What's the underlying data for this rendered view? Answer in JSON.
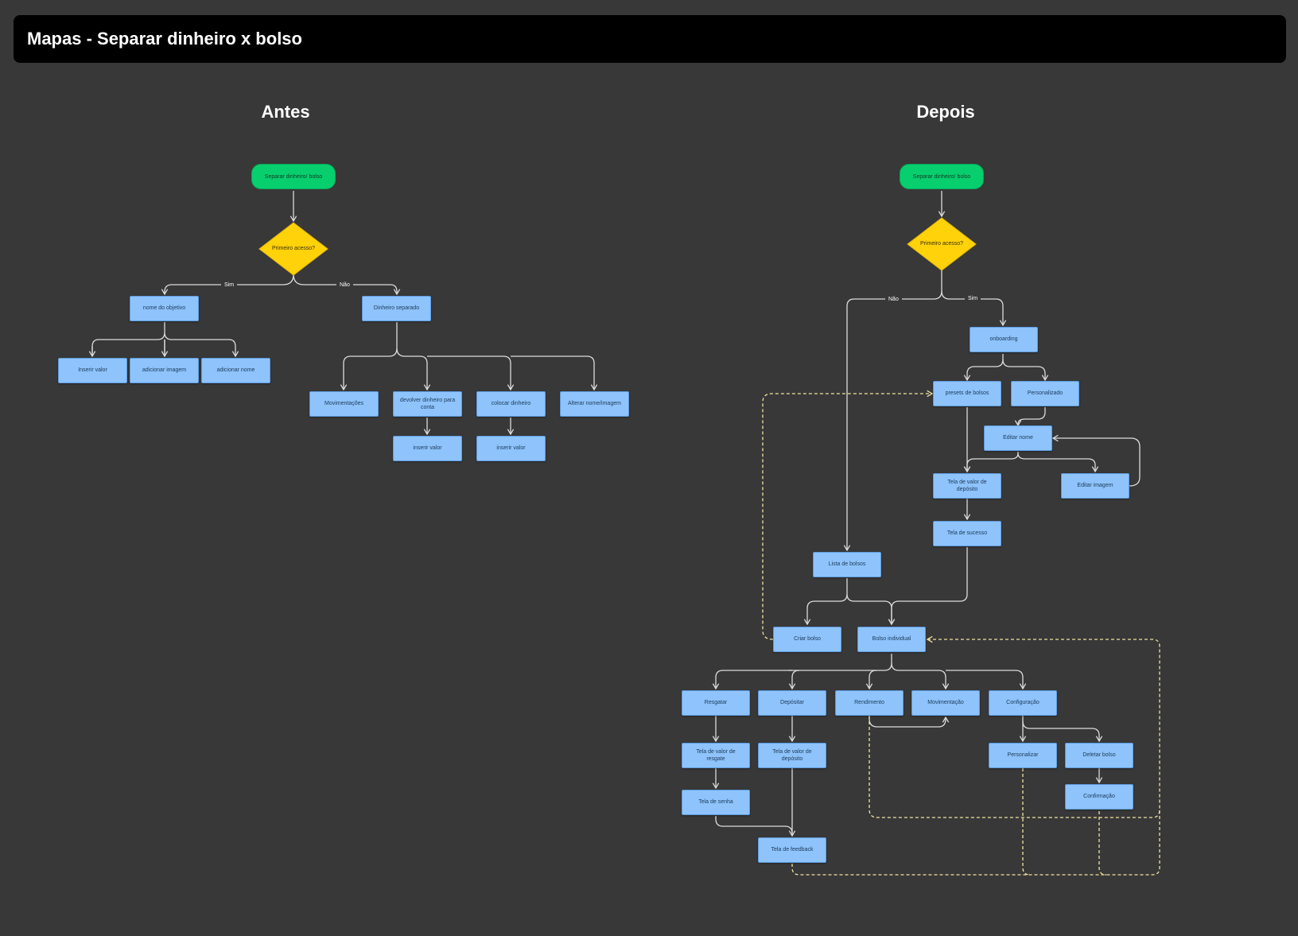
{
  "header": {
    "title": "Mapas - Separar dinheiro x bolso"
  },
  "sections": {
    "before": "Antes",
    "after": "Depois"
  },
  "colors": {
    "background": "#383838",
    "process": "#8ec3fb",
    "start": "#08cf6e",
    "decision": "#ffd20a",
    "connector": "#dcdcdc",
    "dashed_connector": "#f1e3a0"
  },
  "antes": {
    "start": "Separar dinheiro/ bolso",
    "decision": "Primeiro acesso?",
    "yes": "Sim",
    "no": "Não",
    "nome_objetivo": "nome do objetivo",
    "inserir_valor": "Inserir valor",
    "adicionar_imagem": "adicionar imagem",
    "adicionar_nome": "adicionar nome",
    "dinheiro_separado": "Dinheiro separado",
    "movimentacoes": "Movimentações",
    "devolver": "devolver dinheiro para conta",
    "colocar": "colocar dinheiro",
    "alterar": "Alterar nome/imagem",
    "inserir_valor_2": "inserir valor",
    "inserir_valor_3": "inserir valor"
  },
  "depois": {
    "start": "Separar dinheiro/ bolso",
    "decision": "Primeiro acesso?",
    "no": "Não",
    "yes": "Sim",
    "onboarding": "onboarding",
    "presets": "presets de bolsos",
    "personalizado": "Personalizado",
    "editar_nome": "Editar nome",
    "valor_deposito_1": "Tela de valor de depósito",
    "editar_imagem": "Editar imagem",
    "sucesso": "Tela de sucesso",
    "lista": "Lista de bolsos",
    "criar": "Criar bolso",
    "bolso_individual": "Bolso individual",
    "resgatar": "Resgatar",
    "depositar": "Depósitar",
    "rendimento": "Rendimento",
    "movimentacao": "Movimentação",
    "configuracao": "Configuração",
    "valor_resgate": "Tela de valor de resgate",
    "valor_deposito_2": "Tela de valor de depósito",
    "personalizar": "Personalizar",
    "deletar": "Deletar bolso",
    "senha": "Tela de senha",
    "confirmacao": "Confirmação",
    "feedback": "Tela de feedback"
  }
}
